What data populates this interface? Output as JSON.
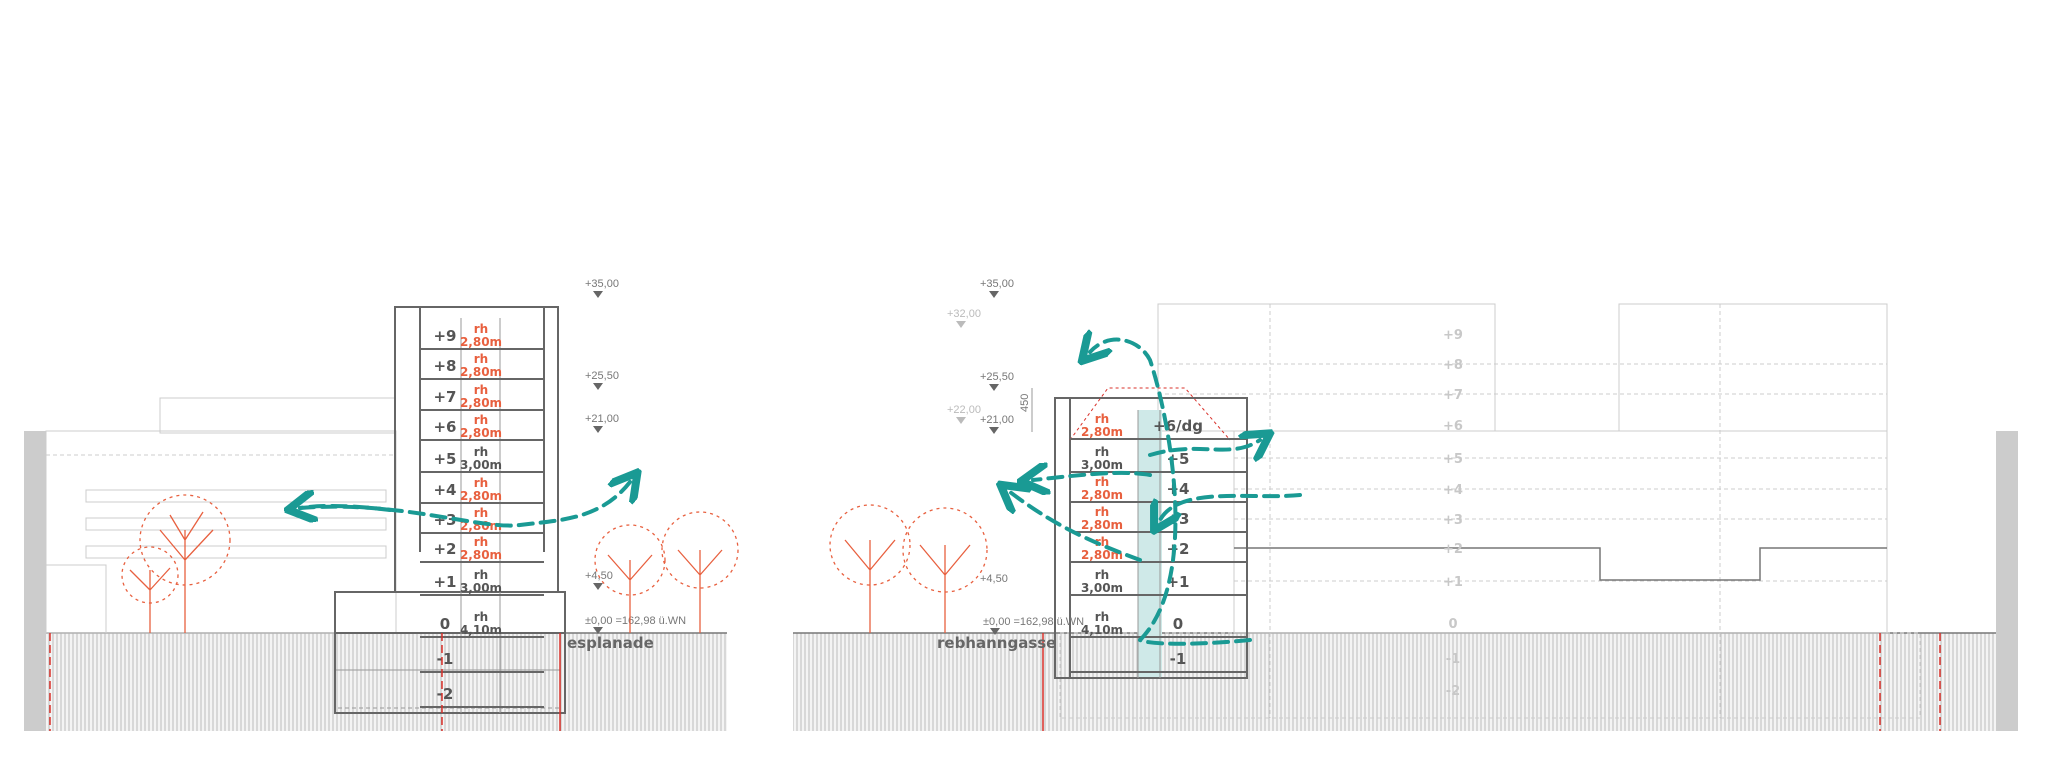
{
  "left_section": {
    "street_label": "esplanade",
    "levels": {
      "l35": "+35,00",
      "l255": "+25,50",
      "l21": "+21,00",
      "l45": "+4,50",
      "zero": "±0,00 =162,98 ü.WN"
    },
    "floors": [
      {
        "label": "+9",
        "rh": "rh",
        "height": "2,80m",
        "highlight": true
      },
      {
        "label": "+8",
        "rh": "rh",
        "height": "2,80m",
        "highlight": true
      },
      {
        "label": "+7",
        "rh": "rh",
        "height": "2,80m",
        "highlight": true
      },
      {
        "label": "+6",
        "rh": "rh",
        "height": "2,80m",
        "highlight": true
      },
      {
        "label": "+5",
        "rh": "rh",
        "height": "3,00m",
        "highlight": false
      },
      {
        "label": "+4",
        "rh": "rh",
        "height": "2,80m",
        "highlight": true
      },
      {
        "label": "+3",
        "rh": "rh",
        "height": "2,80m",
        "highlight": true
      },
      {
        "label": "+2",
        "rh": "rh",
        "height": "2,80m",
        "highlight": true
      },
      {
        "label": "+1",
        "rh": "rh",
        "height": "3,00m",
        "highlight": false
      },
      {
        "label": "0",
        "rh": "rh",
        "height": "4,10m",
        "highlight": false
      },
      {
        "label": "-1"
      },
      {
        "label": "-2"
      }
    ]
  },
  "right_section": {
    "street_label": "rebhanngasse",
    "levels": {
      "l35": "+35,00",
      "l32": "+32,00",
      "l255": "+25,50",
      "l22": "+22,00",
      "l21": "+21,00",
      "dim": "450",
      "l45": "+4,50",
      "zero": "±0,00 =162,98 ü.WN"
    },
    "floors": [
      {
        "label": "+6/dg",
        "rh": "rh",
        "height": "2,80m",
        "highlight": true
      },
      {
        "label": "+5",
        "rh": "rh",
        "height": "3,00m",
        "highlight": false
      },
      {
        "label": "+4",
        "rh": "rh",
        "height": "2,80m",
        "highlight": true
      },
      {
        "label": "+3",
        "rh": "rh",
        "height": "2,80m",
        "highlight": true
      },
      {
        "label": "+2",
        "rh": "rh",
        "height": "2,80m",
        "highlight": true
      },
      {
        "label": "+1",
        "rh": "rh",
        "height": "3,00m",
        "highlight": false
      },
      {
        "label": "0",
        "rh": "rh",
        "height": "4,10m",
        "highlight": false
      },
      {
        "label": "-1"
      }
    ],
    "background_floors": [
      "+9",
      "+8",
      "+7",
      "+6",
      "+5",
      "+4",
      "+3",
      "+2",
      "+1",
      "0",
      "-1",
      "-2"
    ]
  },
  "colors": {
    "accent_red": "#e8603f",
    "flow_teal": "#1a9a94",
    "line_gray": "#666666"
  }
}
